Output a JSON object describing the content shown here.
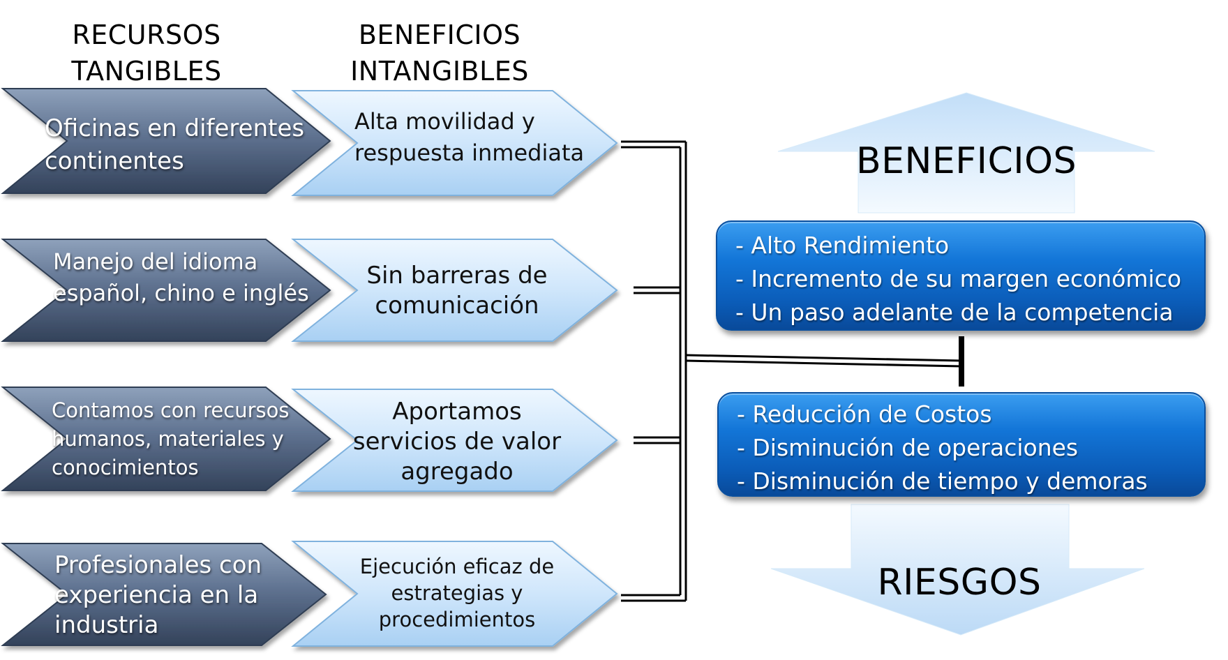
{
  "headers": {
    "tangible_1": "RECURSOS",
    "tangible_2": "TANGIBLES",
    "intangible_1": "BENEFICIOS",
    "intangible_2": "INTANGIBLES"
  },
  "rows": [
    {
      "tangible": [
        "Oficinas en diferentes",
        "continentes"
      ],
      "intangible": [
        "Alta movilidad y",
        "respuesta inmediata"
      ]
    },
    {
      "tangible": [
        "Manejo del idioma",
        "español, chino e inglés"
      ],
      "intangible": [
        "Sin barreras de",
        "comunicación"
      ]
    },
    {
      "tangible": [
        "Contamos con recursos",
        "humanos, materiales y",
        "conocimientos"
      ],
      "intangible": [
        "Aportamos",
        "servicios de valor",
        "agregado"
      ]
    },
    {
      "tangible": [
        "Profesionales con",
        "experiencia en la",
        "industria"
      ],
      "intangible": [
        "Ejecución eficaz de",
        "estrategias y",
        "procedimientos"
      ]
    }
  ],
  "benefits_arrow_label": "BENEFICIOS",
  "risks_arrow_label": "RIESGOS",
  "benefits_box": [
    "- Alto Rendimiento",
    "- Incremento de su margen económico",
    "- Un paso adelante de la competencia"
  ],
  "risks_box": [
    "- Reducción de Costos",
    "- Disminución de operaciones",
    "- Disminución de tiempo y demoras"
  ],
  "colors": {
    "dark_chevron": "#4a5d78",
    "light_chevron": "#c6e2fa",
    "blue_box": "#1376d8",
    "arrow": "#d2e8fb"
  }
}
